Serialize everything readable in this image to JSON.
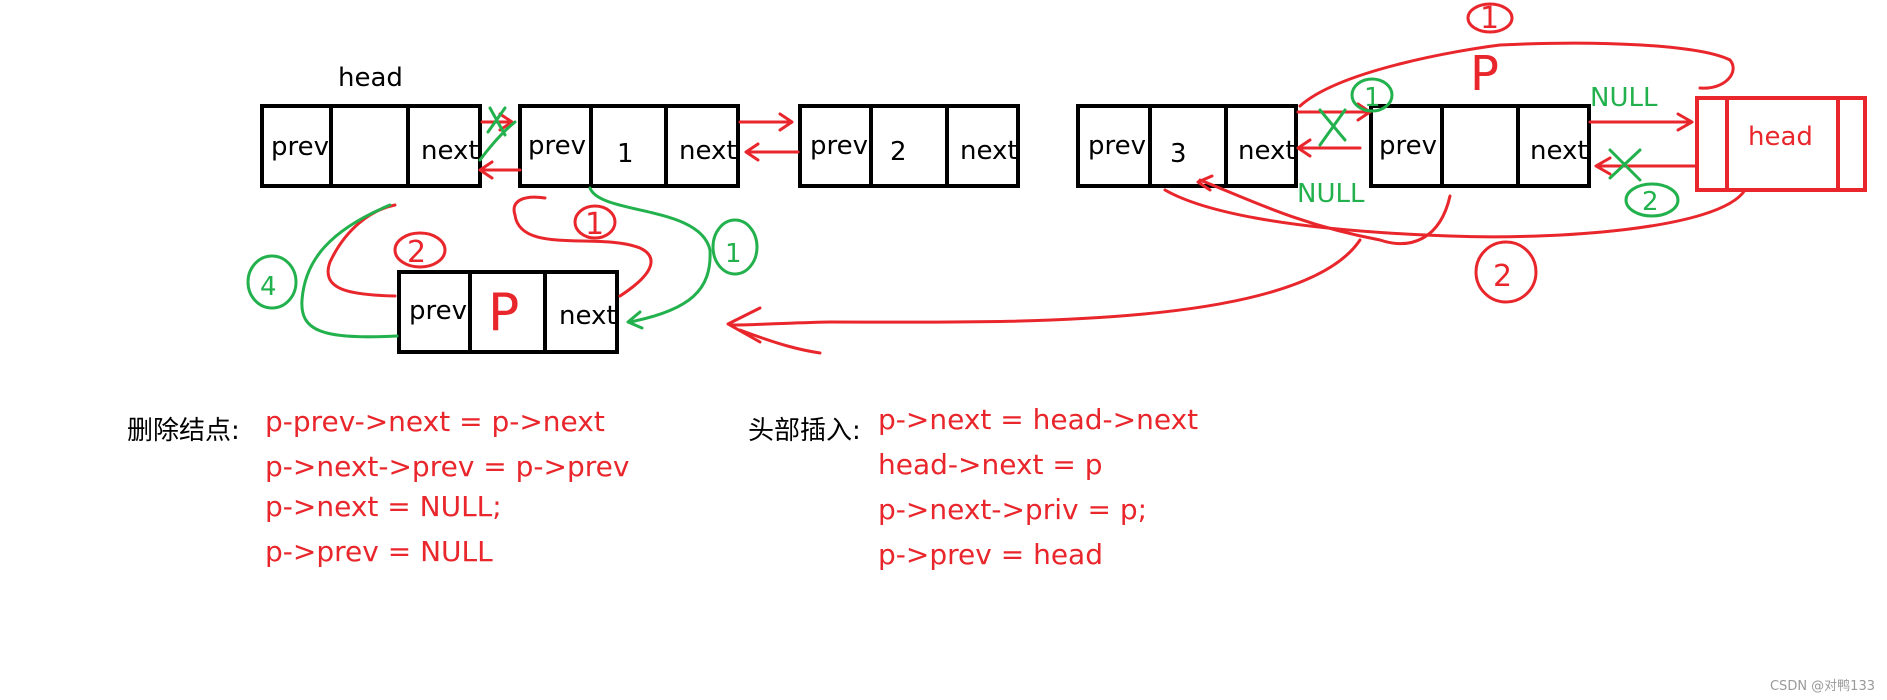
{
  "diagram": {
    "head_label_top": "head",
    "cells": {
      "prev": "prev",
      "next": "next",
      "v1": "1",
      "v2": "2",
      "v3": "3",
      "p": "P"
    },
    "head_node_label": "head",
    "null_top": "NULL",
    "null_left": "NULL",
    "step_marks": {
      "one": "1",
      "two": "2",
      "four": "4",
      "cross": "X"
    }
  },
  "delete_section": {
    "label": "删除结点:",
    "lines": [
      "p-prev->next = p->next",
      "p->next->prev = p->prev",
      "p->next = NULL;",
      "p->prev = NULL"
    ]
  },
  "insert_section": {
    "label": "头部插入:",
    "lines": [
      "p->next = head->next",
      "head->next = p",
      "p->next->priv = p;",
      "p->prev = head"
    ]
  },
  "watermark": "CSDN @对鸭133",
  "colors": {
    "red": "#e8262b",
    "green": "#22b14c",
    "black": "#000000"
  }
}
